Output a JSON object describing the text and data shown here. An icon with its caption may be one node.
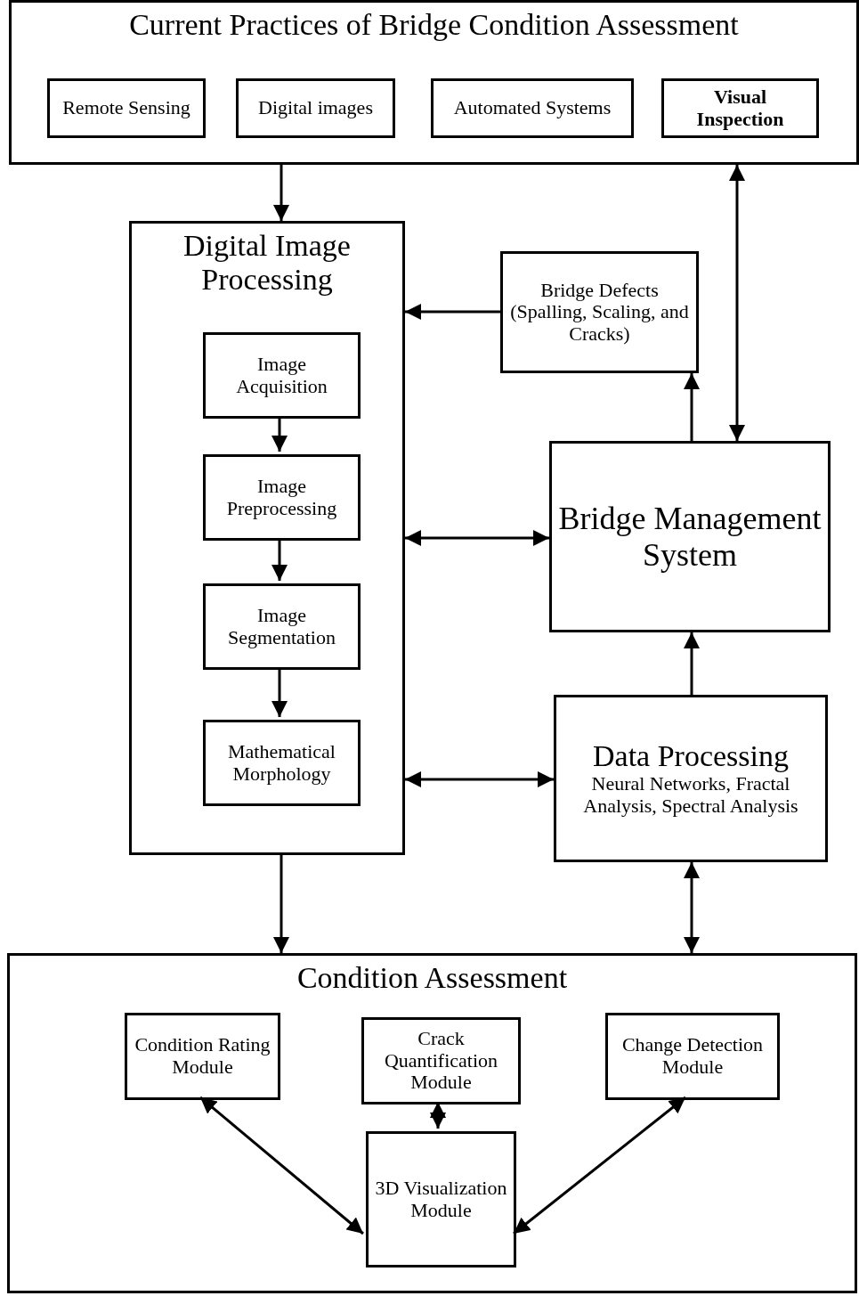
{
  "diagram": {
    "nodes": [
      {
        "text": [
          "Current Practices of Bridge Condition Assessment"
        ]
      },
      {
        "text": [
          "Remote Sensing"
        ],
        "in": 0
      },
      {
        "text": [
          "Digital images"
        ],
        "in": 0
      },
      {
        "text": [
          "Automated Systems"
        ],
        "in": 0
      },
      {
        "text": [
          "Visual Inspection"
        ],
        "in": 0
      },
      {
        "text": [
          "Digital Image Processing"
        ]
      },
      {
        "text": [
          "Image Acquisition"
        ],
        "in": 5
      },
      {
        "text": [
          "Image Preprocessing"
        ],
        "in": 5
      },
      {
        "text": [
          "Image Segmentation"
        ],
        "in": 5
      },
      {
        "text": [
          "Mathematical Morphology"
        ],
        "in": 5
      },
      {
        "text": [
          "Bridge Defects (Spalling, Scaling, and Cracks)"
        ]
      },
      {
        "text": [
          "Bridge Management System"
        ]
      },
      {
        "text": [
          "Data Processing",
          "Neural Networks, Fractal Analysis, Spectral Analysis"
        ]
      },
      {
        "text": [
          "Condition Assessment"
        ]
      },
      {
        "text": [
          "Condition Rating Module"
        ],
        "in": 13
      },
      {
        "text": [
          "Crack Quantification Module"
        ],
        "in": 13
      },
      {
        "text": [
          "Change Detection Module"
        ],
        "in": 13
      },
      {
        "text": [
          "3D Visualization Module"
        ],
        "in": 13
      }
    ],
    "edges": [
      {
        "from": 0,
        "to": 5,
        "arrow": "to"
      },
      {
        "from": 0,
        "to": 11,
        "arrow": "both"
      },
      {
        "from": 10,
        "to": 5,
        "arrow": "to"
      },
      {
        "from": 11,
        "to": 10,
        "arrow": "to"
      },
      {
        "from": 6,
        "to": 7,
        "arrow": "to"
      },
      {
        "from": 7,
        "to": 8,
        "arrow": "to"
      },
      {
        "from": 8,
        "to": 9,
        "arrow": "to"
      },
      {
        "from": 5,
        "to": 11,
        "arrow": "both"
      },
      {
        "from": 12,
        "to": 11,
        "arrow": "to"
      },
      {
        "from": 5,
        "to": 12,
        "arrow": "both"
      },
      {
        "from": 5,
        "to": 13,
        "arrow": "to"
      },
      {
        "from": 12,
        "to": 13,
        "arrow": "both"
      },
      {
        "from": 14,
        "to": 17,
        "arrow": "both"
      },
      {
        "from": 15,
        "to": 17,
        "arrow": "both"
      },
      {
        "from": 16,
        "to": 17,
        "arrow": "both"
      }
    ]
  }
}
